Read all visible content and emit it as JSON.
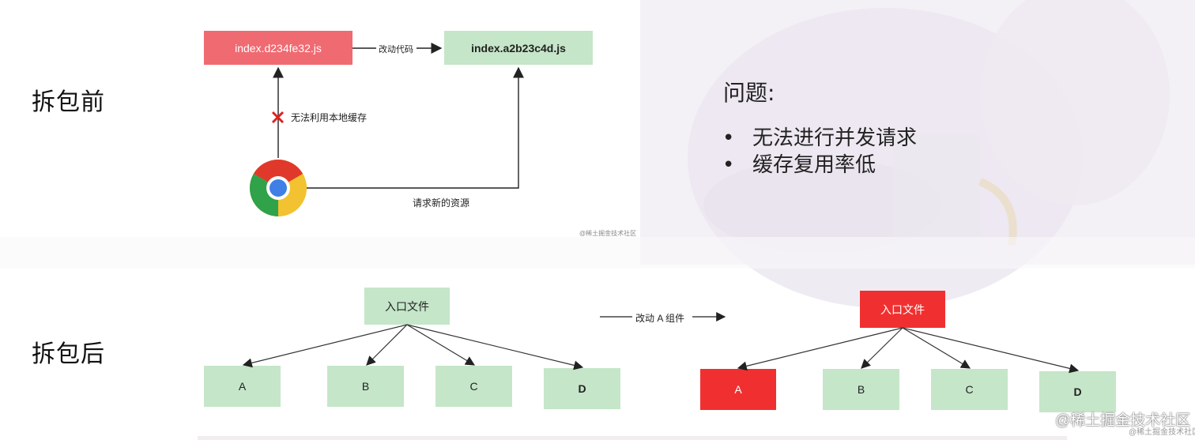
{
  "before": {
    "label": "拆包前",
    "old_file": "index.d234fe32.js",
    "new_file": "index.a2b23c4d.js",
    "change_label": "改动代码",
    "cache_fail_label": "无法利用本地缓存",
    "request_label": "请求新的资源",
    "small_watermark": "@稀土掘金技术社区",
    "browser_icon": "chrome-icon",
    "fail_icon": "cross-icon"
  },
  "problems": {
    "title": "问题:",
    "items": [
      "无法进行并发请求",
      "缓存复用率低"
    ]
  },
  "after": {
    "label": "拆包后",
    "left_tree": {
      "root": "入口文件",
      "children": [
        "A",
        "B",
        "C",
        "D"
      ]
    },
    "change_label": "改动 A 组件",
    "right_tree": {
      "root": "入口文件",
      "children": [
        "A",
        "B",
        "C",
        "D"
      ]
    }
  },
  "watermark": {
    "text": "@稀土掘金技术社区",
    "small": "@稀土掘金技术社区"
  },
  "colors": {
    "pink_box": "#f06a72",
    "green_box": "#c5e6c9",
    "red_box": "#f03030"
  }
}
